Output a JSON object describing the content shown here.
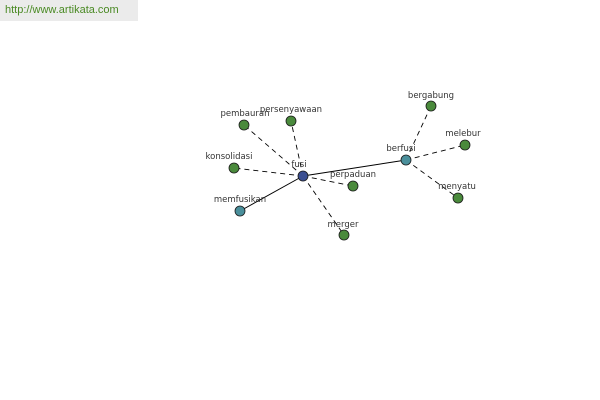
{
  "header": {
    "url": "http://www.artikata.com"
  },
  "colors": {
    "center_node": "#3b4f91",
    "hub_node": "#4a8f9b",
    "leaf_node": "#4a8a3c",
    "node_stroke": "#1a1a1a",
    "edge": "#000000",
    "url_text": "#4a8a24"
  },
  "graph": {
    "nodes": [
      {
        "id": "fusi",
        "label": "fusi",
        "kind": "center"
      },
      {
        "id": "berfusi",
        "label": "berfusi",
        "kind": "hub"
      },
      {
        "id": "memfusikan",
        "label": "memfusikan",
        "kind": "hub"
      },
      {
        "id": "pembauran",
        "label": "pembauran",
        "kind": "leaf"
      },
      {
        "id": "persenyawaan",
        "label": "persenyawaan",
        "kind": "leaf"
      },
      {
        "id": "konsolidasi",
        "label": "konsolidasi",
        "kind": "leaf"
      },
      {
        "id": "perpaduan",
        "label": "perpaduan",
        "kind": "leaf"
      },
      {
        "id": "merger",
        "label": "merger",
        "kind": "leaf"
      },
      {
        "id": "bergabung",
        "label": "bergabung",
        "kind": "leaf"
      },
      {
        "id": "melebur",
        "label": "melebur",
        "kind": "leaf"
      },
      {
        "id": "menyatu",
        "label": "menyatu",
        "kind": "leaf"
      }
    ],
    "edges": [
      {
        "from": "fusi",
        "to": "berfusi",
        "style": "solid"
      },
      {
        "from": "fusi",
        "to": "memfusikan",
        "style": "solid"
      },
      {
        "from": "fusi",
        "to": "pembauran",
        "style": "dashed"
      },
      {
        "from": "fusi",
        "to": "persenyawaan",
        "style": "dashed"
      },
      {
        "from": "fusi",
        "to": "konsolidasi",
        "style": "dashed"
      },
      {
        "from": "fusi",
        "to": "perpaduan",
        "style": "dashed"
      },
      {
        "from": "fusi",
        "to": "merger",
        "style": "dashed"
      },
      {
        "from": "berfusi",
        "to": "bergabung",
        "style": "dashed"
      },
      {
        "from": "berfusi",
        "to": "melebur",
        "style": "dashed"
      },
      {
        "from": "berfusi",
        "to": "menyatu",
        "style": "dashed"
      }
    ]
  }
}
